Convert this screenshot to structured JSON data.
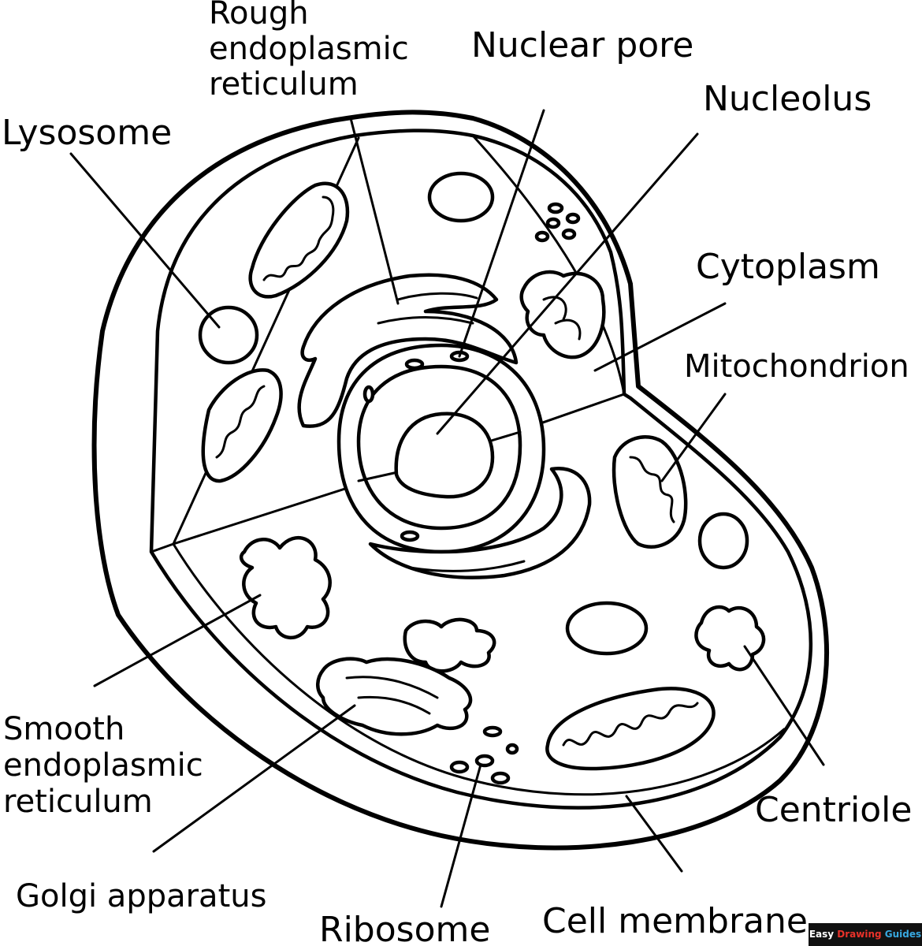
{
  "labels": {
    "rough_er": [
      "Rough",
      "endoplasmic",
      "reticulum"
    ],
    "nuclear_pore": "Nuclear pore",
    "nucleolus": "Nucleolus",
    "lysosome": "Lysosome",
    "cytoplasm": "Cytoplasm",
    "mitochondrion": "Mitochondrion",
    "smooth_er": [
      "Smooth",
      "endoplasmic",
      "reticulum"
    ],
    "golgi": "Golgi apparatus",
    "ribosome": "Ribosome",
    "cell_membrane": "Cell membrane",
    "centriole": "Centriole"
  },
  "watermark": {
    "part1": "Easy ",
    "part2": "Drawing",
    "part3": " Guides"
  },
  "colors": {
    "ink": "#000000",
    "paper": "#ffffff"
  }
}
